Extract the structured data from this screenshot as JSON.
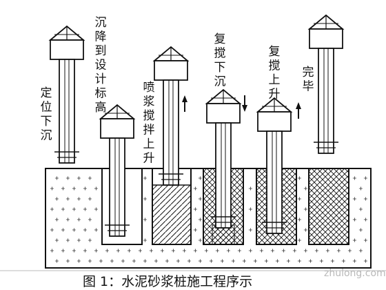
{
  "steps": [
    {
      "id": "positioning",
      "label_chars": [
        "定",
        "位",
        "下",
        "沉"
      ]
    },
    {
      "id": "sink-to-elevation",
      "label_chars": [
        "沉",
        "降",
        "到",
        "设",
        "计",
        "标",
        "高"
      ]
    },
    {
      "id": "spray-mix-lift",
      "label_chars": [
        "喷",
        "浆",
        "搅",
        "拌",
        "上",
        "升"
      ]
    },
    {
      "id": "remix-sink",
      "label_chars": [
        "复",
        "搅",
        "下",
        "沉"
      ]
    },
    {
      "id": "remix-lift",
      "label_chars": [
        "复",
        "搅",
        "上",
        "升"
      ]
    },
    {
      "id": "complete",
      "label_chars": [
        "完",
        "毕"
      ]
    }
  ],
  "caption": "图 1：水泥砂浆桩施工程序示",
  "watermark": "zhulong.com",
  "colors": {
    "line": "#111111",
    "background": "#ffffff"
  }
}
